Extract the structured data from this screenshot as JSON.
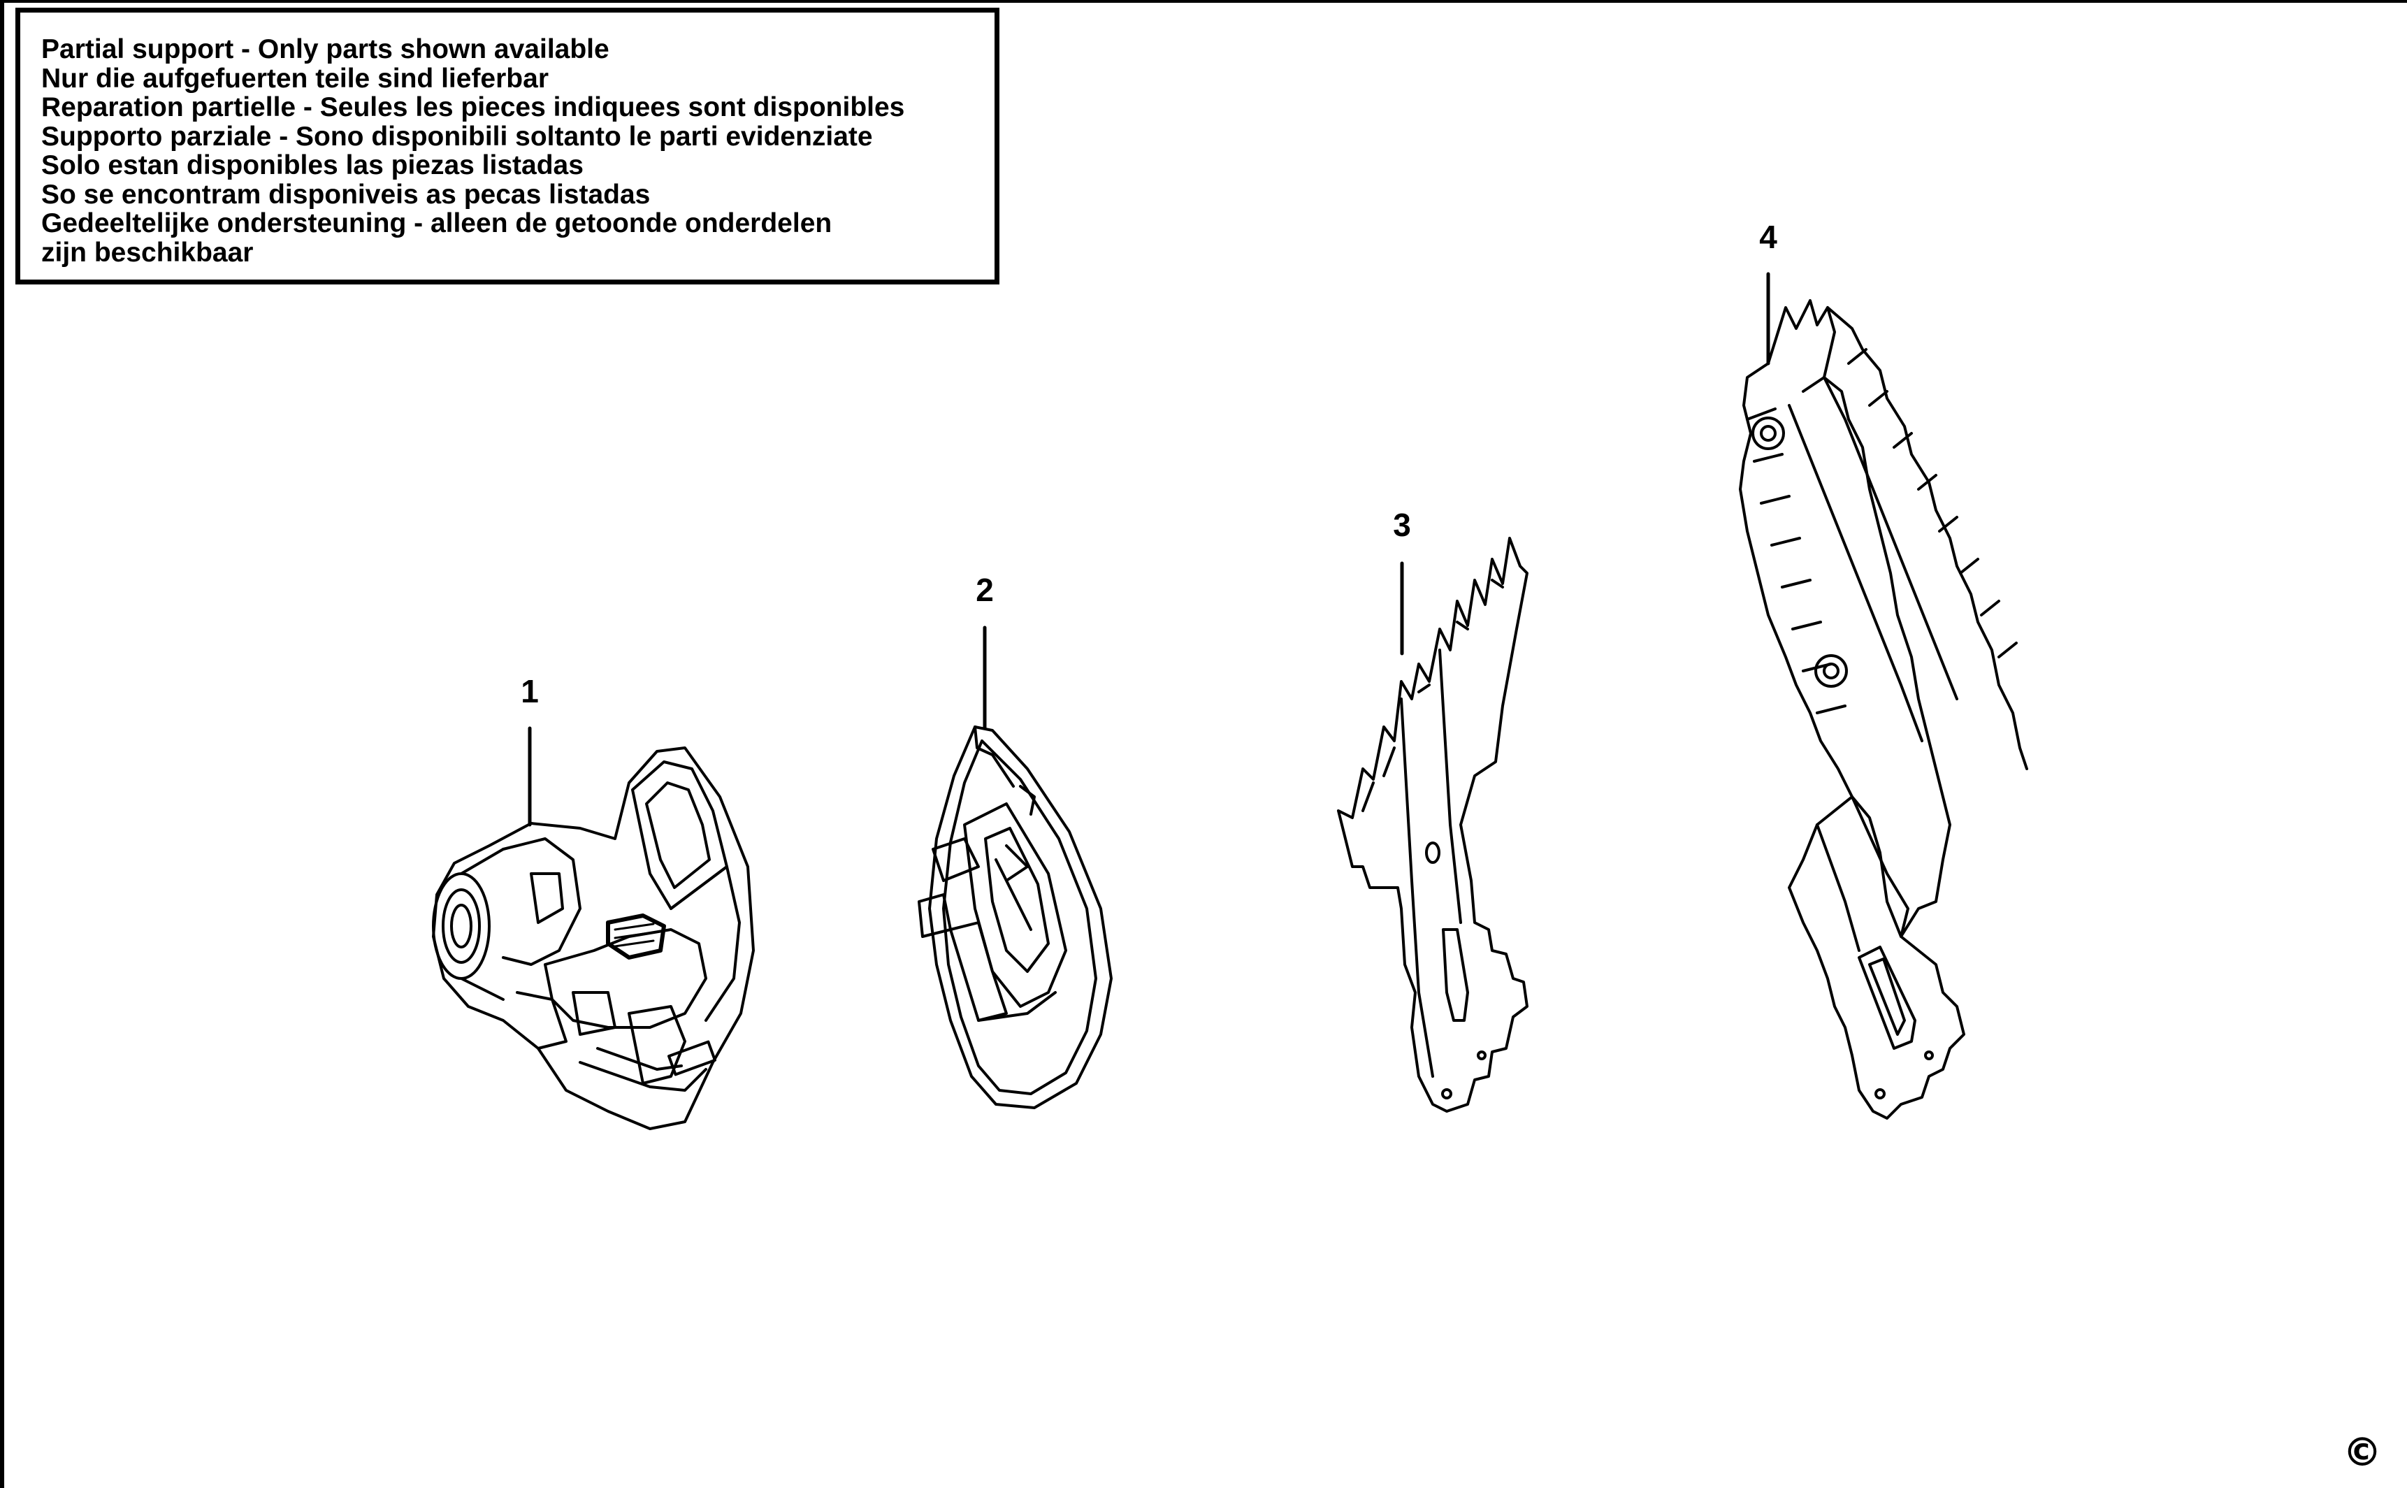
{
  "notice": {
    "lines": [
      "Partial support - Only parts shown available",
      "Nur die aufgefuerten teile sind lieferbar",
      "Reparation partielle - Seules les pieces indiquees sont disponibles",
      "Supporto parziale - Sono disponibili soltanto le parti evidenziate",
      "Solo estan disponibles las piezas listadas",
      "So se encontram disponiveis as pecas listadas",
      "Gedeeltelijke ondersteuning - alleen de getoonde onderdelen",
      "zijn beschikbaar"
    ]
  },
  "parts": [
    {
      "number": "1",
      "icon": "gearbox-housing-icon"
    },
    {
      "number": "2",
      "icon": "cover-plate-icon"
    },
    {
      "number": "3",
      "icon": "short-blade-icon"
    },
    {
      "number": "4",
      "icon": "long-blade-icon"
    }
  ],
  "copyright": "©",
  "colors": {
    "ink": "#000000",
    "paper": "#ffffff"
  }
}
